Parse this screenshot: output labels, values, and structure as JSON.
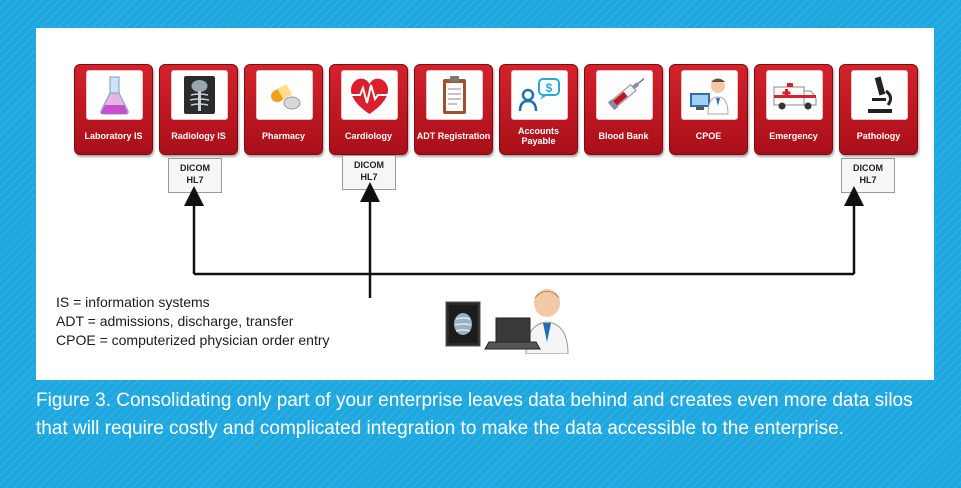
{
  "systems": [
    {
      "label": "Laboratory IS",
      "icon": "flask-icon"
    },
    {
      "label": "Radiology IS",
      "icon": "xray-icon"
    },
    {
      "label": "Pharmacy",
      "icon": "pill-icon"
    },
    {
      "label": "Cardiology",
      "icon": "heart-icon"
    },
    {
      "label": "ADT Registration",
      "icon": "clipboard-icon"
    },
    {
      "label": "Accounts Payable",
      "icon": "dollar-chat-icon"
    },
    {
      "label": "Blood Bank",
      "icon": "syringe-icon"
    },
    {
      "label": "CPOE",
      "icon": "doctor-icon"
    },
    {
      "label": "Emergency",
      "icon": "ambulance-icon"
    },
    {
      "label": "Pathology",
      "icon": "microscope-icon"
    }
  ],
  "protocols": {
    "radiology": {
      "line1": "DICOM",
      "line2": "HL7"
    },
    "cardiology": {
      "line1": "DICOM",
      "line2": "HL7"
    },
    "pathology": {
      "line1": "DICOM",
      "line2": "HL7"
    }
  },
  "legend": {
    "is": "IS = information systems",
    "adt": "ADT = admissions, discharge, transfer",
    "cpoe": "CPOE = computerized physician order entry"
  },
  "caption": "Figure 3. Consolidating only part of your enterprise leaves data behind and creates even more data silos that will require costly and complicated integration to make the data accessible to the enterprise.",
  "colors": {
    "background": "#1fa7e0",
    "tile": "#c0141e",
    "connector": "#111111"
  }
}
